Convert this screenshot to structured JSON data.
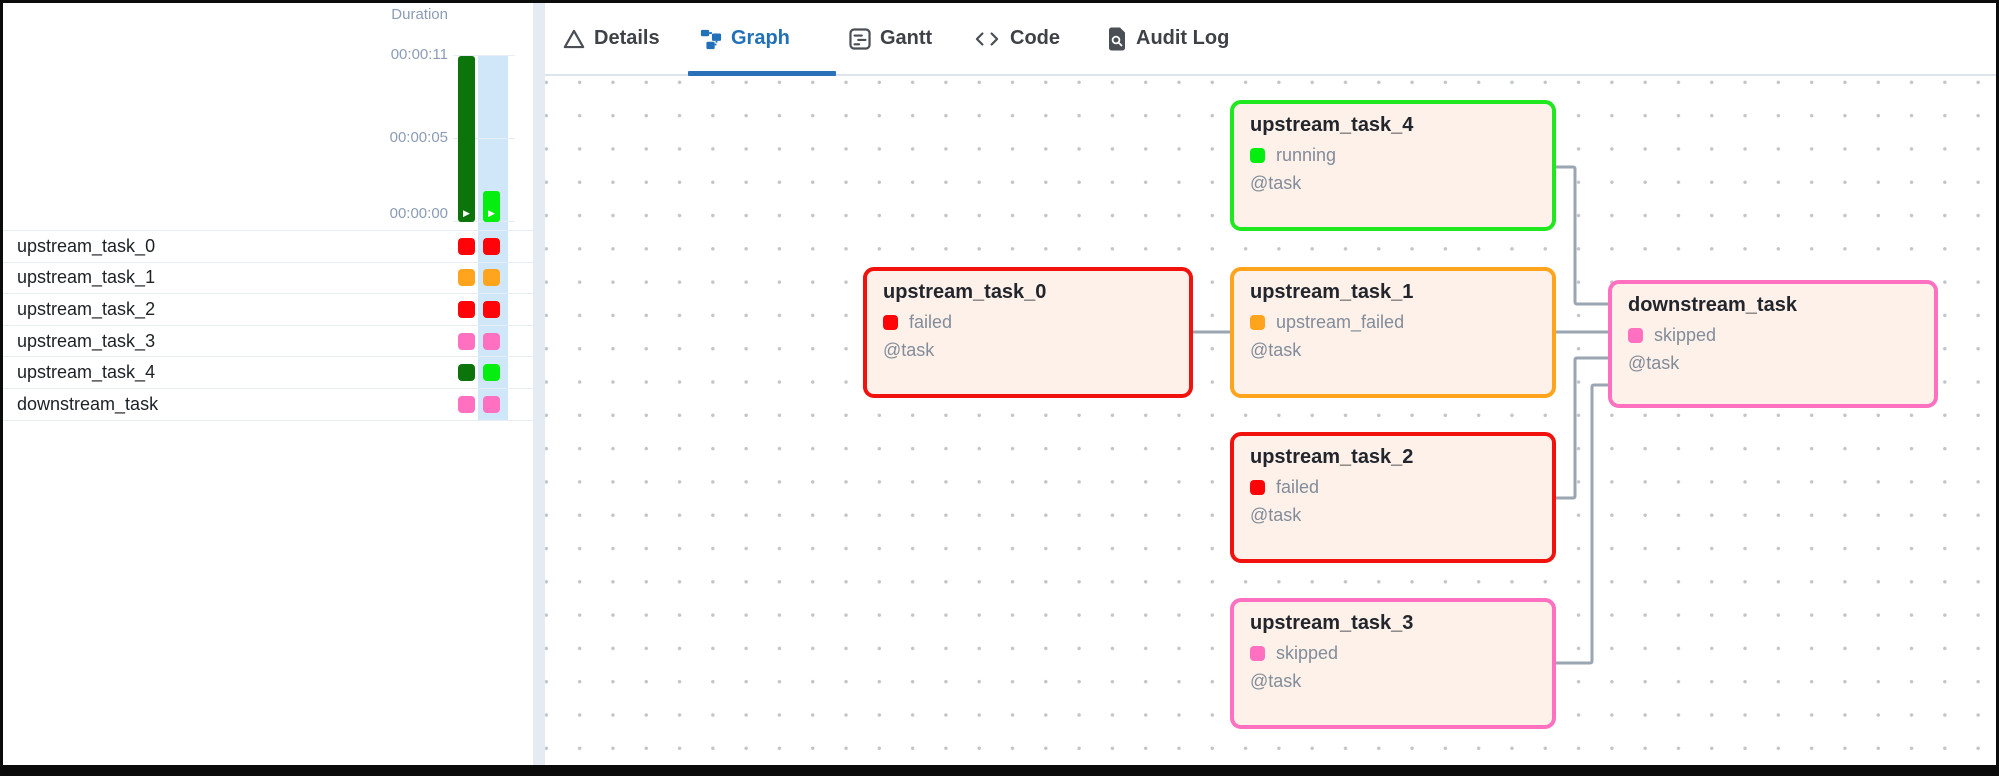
{
  "left_panel": {
    "duration_chart": {
      "title": "Duration",
      "ticks": [
        "00:00:11",
        "00:00:05",
        "00:00:00"
      ],
      "play_icon": "▶",
      "dag_run_bar_color": "#0b750b",
      "selected_task_bar_color": "#04ef10",
      "selected_column_color": "#cfe7f8"
    },
    "tasks": [
      {
        "name": "upstream_task_0",
        "summary_color": "#fe0307",
        "run_color": "#fe0307"
      },
      {
        "name": "upstream_task_1",
        "summary_color": "#ffa41c",
        "run_color": "#ffa41c"
      },
      {
        "name": "upstream_task_2",
        "summary_color": "#fe0307",
        "run_color": "#fe0307"
      },
      {
        "name": "upstream_task_3",
        "summary_color": "#ff70c1",
        "run_color": "#ff70c1"
      },
      {
        "name": "upstream_task_4",
        "summary_color": "#0b750b",
        "run_color": "#04ef10"
      },
      {
        "name": "downstream_task",
        "summary_color": "#ff70c1",
        "run_color": "#ff70c1"
      }
    ]
  },
  "tabs": {
    "active_color": "#2170b8",
    "items": [
      {
        "label": "Details",
        "icon": "warning-triangle-icon",
        "active": false
      },
      {
        "label": "Graph",
        "icon": "graph-icon",
        "active": true
      },
      {
        "label": "Gantt",
        "icon": "gantt-icon",
        "active": false
      },
      {
        "label": "Code",
        "icon": "code-brackets-icon",
        "active": false
      },
      {
        "label": "Audit Log",
        "icon": "audit-log-icon",
        "active": false
      }
    ]
  },
  "graph": {
    "node_background": "#fdf1ea",
    "edge_color": "#9aa6b2",
    "nodes": [
      {
        "title": "upstream_task_4",
        "status": "running",
        "status_color": "#04ef10",
        "border_color": "#1fe81f",
        "tag": "@task"
      },
      {
        "title": "upstream_task_0",
        "status": "failed",
        "status_color": "#fe0307",
        "border_color": "#f1120e",
        "tag": "@task"
      },
      {
        "title": "upstream_task_1",
        "status": "upstream_failed",
        "status_color": "#ffa41c",
        "border_color": "#ffa41c",
        "tag": "@task"
      },
      {
        "title": "upstream_task_2",
        "status": "failed",
        "status_color": "#fe0307",
        "border_color": "#f1120e",
        "tag": "@task"
      },
      {
        "title": "upstream_task_3",
        "status": "skipped",
        "status_color": "#ff70c1",
        "border_color": "#ff70c1",
        "tag": "@task"
      },
      {
        "title": "downstream_task",
        "status": "skipped",
        "status_color": "#ff70c1",
        "border_color": "#ff70c1",
        "tag": "@task"
      }
    ],
    "edges": [
      {
        "from": "upstream_task_0",
        "to": "upstream_task_1"
      },
      {
        "from": "upstream_task_4",
        "to": "downstream_task"
      },
      {
        "from": "upstream_task_1",
        "to": "downstream_task"
      },
      {
        "from": "upstream_task_2",
        "to": "downstream_task"
      },
      {
        "from": "upstream_task_3",
        "to": "downstream_task"
      }
    ]
  }
}
